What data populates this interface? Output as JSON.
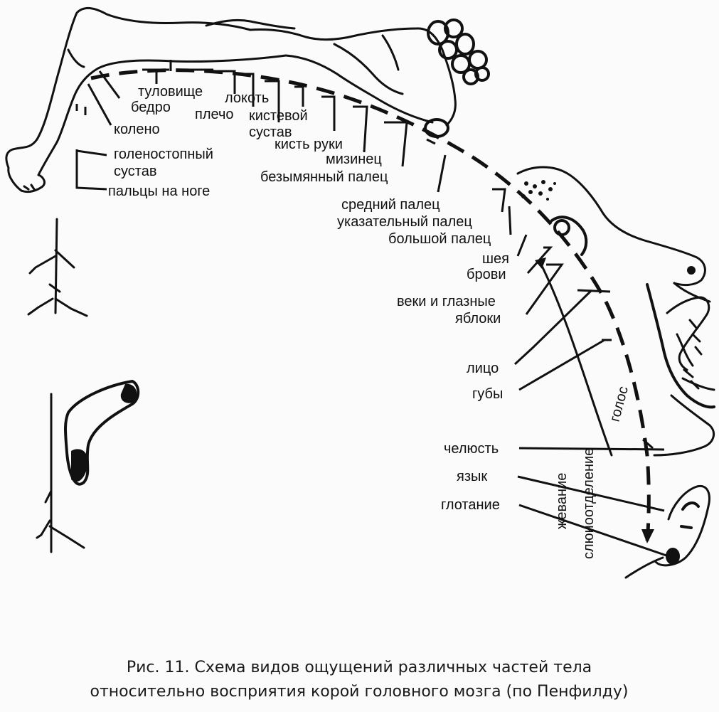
{
  "labels": {
    "trunk": "туловище",
    "elbow": "локоть",
    "hip": "бедро",
    "shoulder": "плечо",
    "wrist_1": "кистевой",
    "wrist_2": "сустав",
    "knee": "колено",
    "hand": "кисть руки",
    "ankle_1": "голеностопный",
    "ankle_2": "сустав",
    "little_finger": "мизинец",
    "ring_finger": "безымянный палец",
    "toes": "пальцы на ноге",
    "middle_finger": "средний палец",
    "index_finger": "указательный палец",
    "thumb": "большой палец",
    "neck": "шея",
    "brows": "брови",
    "eyelids_1": "веки и глазные",
    "eyelids_2": "яблоки",
    "face": "лицо",
    "lips": "губы",
    "voice": "голос",
    "jaw": "челюсть",
    "tongue": "язык",
    "swallowing": "глотание",
    "chewing": "жевание",
    "salivation": "слюноотделение"
  },
  "caption": {
    "line1": "Рис. 11. Схема видов ощущений различных частей тела",
    "line2": "относительно восприятия корой головного мозга (по Пенфилду)"
  }
}
